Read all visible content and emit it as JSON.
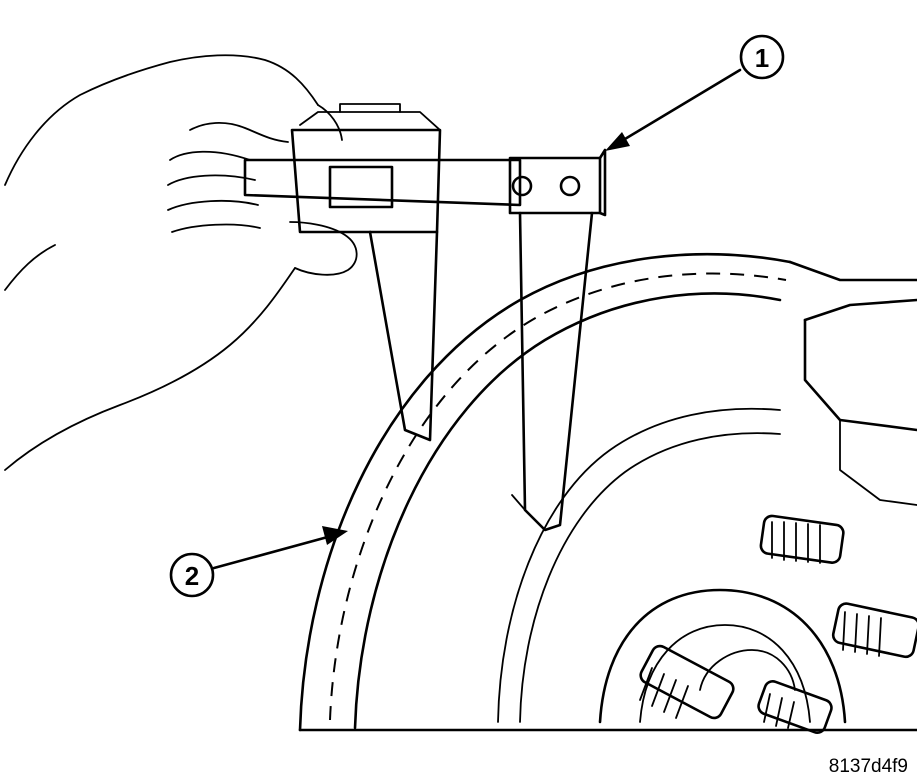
{
  "callouts": [
    {
      "number": "1",
      "target": "caliper"
    },
    {
      "number": "2",
      "target": "brake-rotor"
    }
  ],
  "figure_id": "8137d4f9",
  "colors": {
    "line": "#000000",
    "background": "#ffffff"
  }
}
